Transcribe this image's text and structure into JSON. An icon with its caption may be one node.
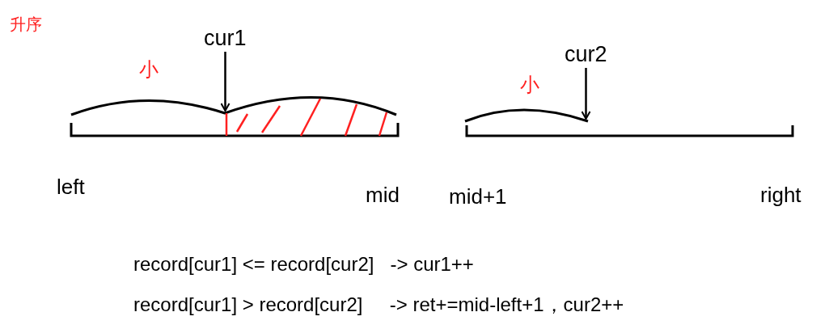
{
  "diagram": {
    "nodes": [
      {
        "text": [
          "cur1"
        ]
      },
      {
        "text": [
          "cur2"
        ]
      }
    ],
    "edges": [
      {
        "from": 0,
        "to": null,
        "arrow": "to"
      },
      {
        "from": 1,
        "to": null,
        "arrow": "to"
      }
    ],
    "labels": [
      "升序",
      "小",
      "小",
      "left",
      "mid",
      "mid+1",
      "right",
      "record[cur1] <= record[cur2]   -> cur1++",
      "record[cur1] > record[cur2]     -> ret+=mid-left+1，cur2++"
    ]
  }
}
